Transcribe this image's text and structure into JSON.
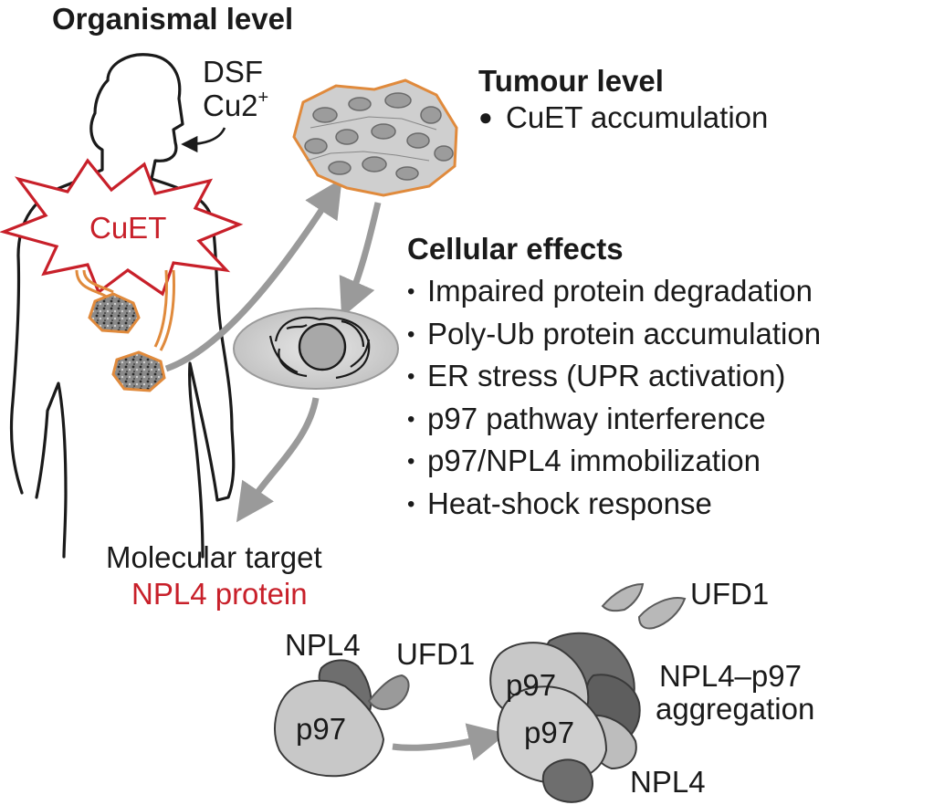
{
  "organismal": {
    "heading": "Organismal level",
    "inputs": [
      "DSF",
      "Cu2"
    ],
    "superscript": "+",
    "compound": "CuET"
  },
  "tumour": {
    "heading": "Tumour level",
    "bullet": "CuET accumulation"
  },
  "cellular": {
    "heading": "Cellular effects",
    "effects": [
      "Impaired protein degradation",
      "Poly-Ub protein accumulation",
      "ER stress (UPR activation)",
      "p97 pathway interference",
      "p97/NPL4 immobilization",
      "Heat-shock response"
    ]
  },
  "molecular": {
    "heading": "Molecular target",
    "target": "NPL4 protein"
  },
  "complex": {
    "npl4": "NPL4",
    "ufd1": "UFD1",
    "p97": "p97",
    "p97_top": "p97",
    "p97_bottom": "p97",
    "ufd1_free": "UFD1",
    "aggregation": [
      "NPL4–p97",
      "aggregation"
    ],
    "npl4_bottom": "NPL4"
  },
  "colors": {
    "accent_red": "#c8202a",
    "orange_outline": "#e08a3c",
    "arrow_gray": "#9a9a9a",
    "protein_light": "#c8c8c8",
    "protein_dark": "#6e6e6e"
  }
}
